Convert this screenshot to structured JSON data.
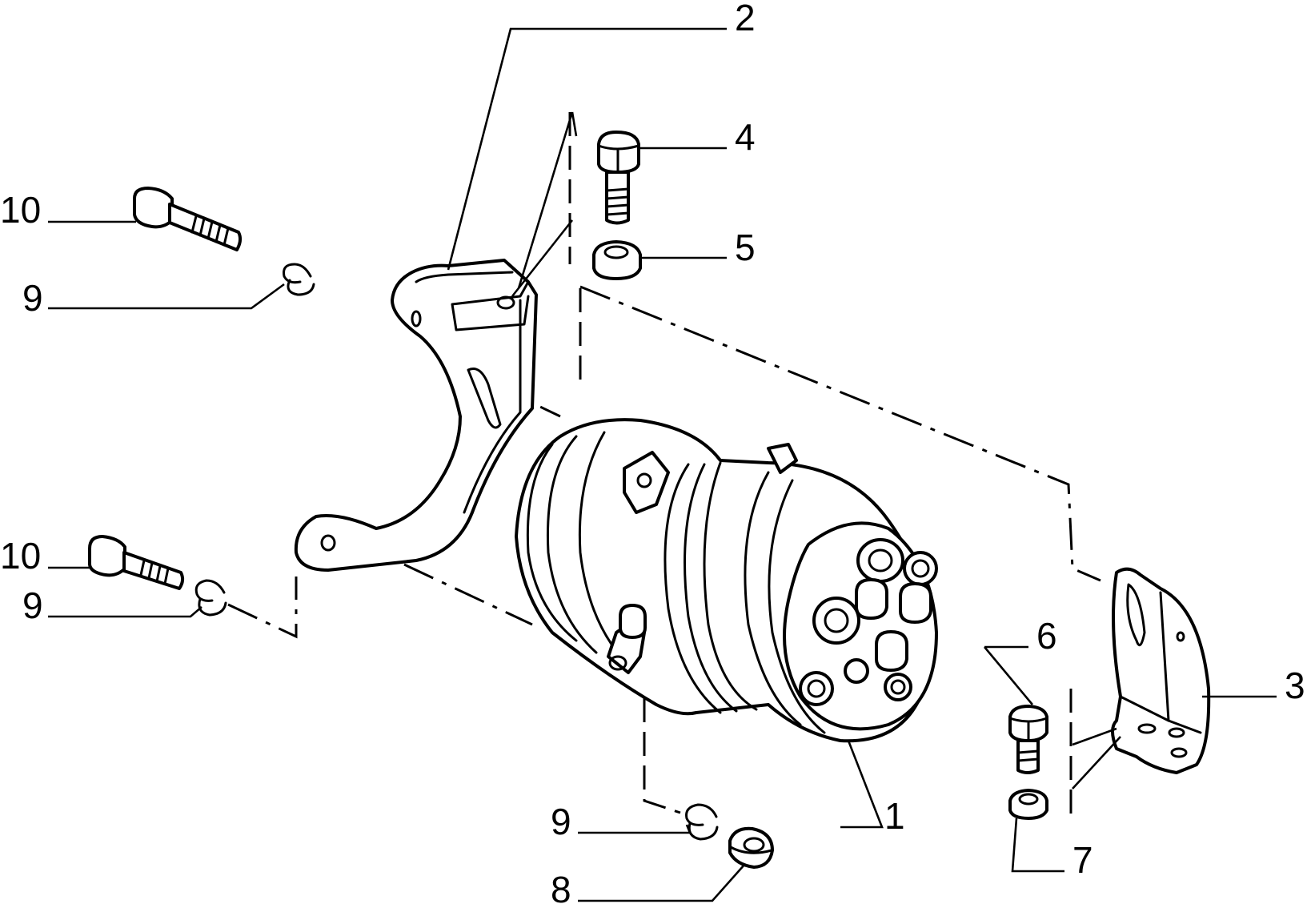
{
  "callouts": {
    "c1": "1",
    "c2": "2",
    "c3": "3",
    "c4": "4",
    "c5": "5",
    "c6": "6",
    "c7": "7",
    "c8": "8",
    "c9a": "9",
    "c9b": "9",
    "c9c": "9",
    "c10a": "10",
    "c10b": "10"
  }
}
